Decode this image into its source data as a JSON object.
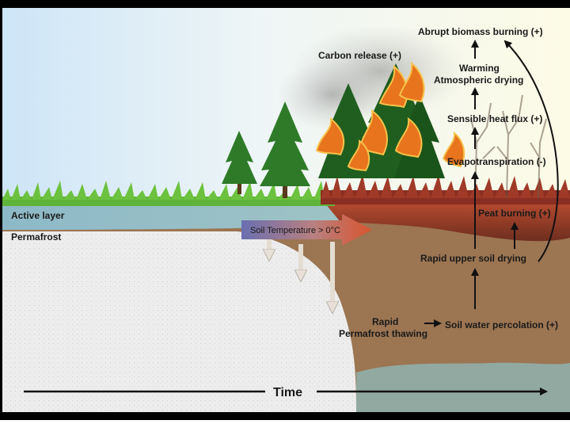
{
  "labels": {
    "active_layer": "Active layer",
    "permafrost": "Permafrost",
    "soil_temperature": "Soil Temperature > 0°C",
    "carbon_release": "Carbon release (+)",
    "abrupt_biomass_burning": "Abrupt biomass burning (+)",
    "warming": "Warming",
    "atmospheric_drying": "Atmospheric drying",
    "sensible_heat_flux": "Sensible heat flux (+)",
    "evapotranspiration": "Evapotranspiration (-)",
    "peat_burning": "Peat burning (+)",
    "rapid_upper_soil_drying": "Rapid upper soil drying",
    "rapid": "Rapid",
    "permafrost_thawing": "Permafrost thawing",
    "soil_water_percolation": "Soil water percolation (+)",
    "time": "Time"
  },
  "colors": {
    "sky_left": "#cfe6f7",
    "sky_right": "#fdfbe8",
    "soil": "#9a7350",
    "active_layer_water": "#8fb8c2",
    "permafrost": "#ececec",
    "burning_peat": "#a0402a",
    "grass": "#5fb33a",
    "tree": "#2f7d2a",
    "flame": "#e8741e",
    "arrow_red": "#d85a32"
  }
}
